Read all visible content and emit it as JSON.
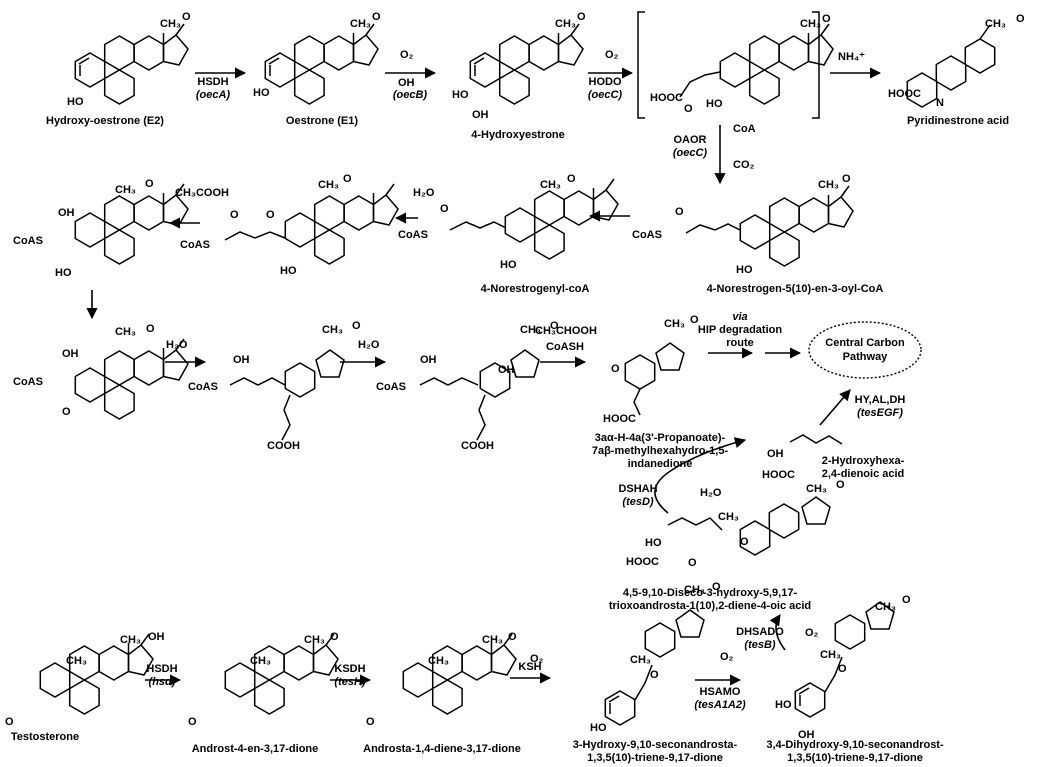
{
  "compounds": {
    "e2": "Hydroxy-oestrone (E2)",
    "e1": "Oestrone (E1)",
    "hydroxyestrone": "4-Hydroxyestrone",
    "pyridinestrone": "Pyridinestrone acid",
    "norestrogen_5_10": "4-Norestrogen-5(10)-en-3-oyl-CoA",
    "norestrogenyl": "4-Norestrogenyl-coA",
    "hip_line1": "3aα-H-4a(3'-Propanoate)-",
    "hip_line2": "7aβ-methylhexahydro-1,5-",
    "hip_line3": "indanedione",
    "hhd_line1": "2-Hydroxyhexa-",
    "hhd_line2": "2,4-dienoic acid",
    "diseco_line1": "4,5-9,10-Diseco-3-hydroxy-5,9,17-",
    "diseco_line2": "trioxoandrosta-1(10),2-diene-4-oic acid",
    "testosterone": "Testosterone",
    "androstenedione": "Androst-4-en-3,17-dione",
    "androstadienedione": "Androsta-1,4-diene-3,17-dione",
    "hsecona_line1": "3-Hydroxy-9,10-seconandrosta-",
    "hsecona_line2": "1,3,5(10)-triene-9,17-dione",
    "dhsecona_line1": "3,4-Dihydroxy-9,10-seconandrost-",
    "dhsecona_line2": "1,3,5(10)-triene-9,17-dione",
    "central_carbon_line1": "Central Carbon",
    "central_carbon_line2": "Pathway"
  },
  "enzymes": {
    "hsdh": "HSDH",
    "oeca": "(oecA)",
    "oecb": "(oecB)",
    "hodo": "HODO",
    "oecc_1": "(oecC)",
    "oaor": "OAOR",
    "oecc_2": "(oecC)",
    "hsdh2": "HSDH",
    "hsd": "(hsd)",
    "ksdh": "KSDH",
    "tesh": "(tesH)",
    "ksh": "KSH",
    "hsamo": "HSAMO",
    "tesa1a2": "(tesA1A2)",
    "dhsado": "DHSADO",
    "tesb": "(tesB)",
    "dshah": "DSHAH",
    "tesd": "(tesD)",
    "hyaldh": "HY,AL,DH",
    "tesegf": "(tesEGF)"
  },
  "cofactors": {
    "o2": "O₂",
    "oh": "OH",
    "nh4": "NH₄⁺",
    "coa": "CoA",
    "co2": "CO₂",
    "h2o": "H₂O",
    "acetic": "CH₃COOH",
    "acetic2": "CH₃CHOOH",
    "coash": "CoASH",
    "via": "via",
    "hip_route_1": "HIP degradation",
    "hip_route_2": "route"
  },
  "atoms": {
    "ch3": "CH₃",
    "o": "O",
    "ho": "HO",
    "oh": "OH",
    "hooc": "HOOC",
    "cooh": "COOH",
    "coas": "CoAS",
    "n": "N"
  }
}
